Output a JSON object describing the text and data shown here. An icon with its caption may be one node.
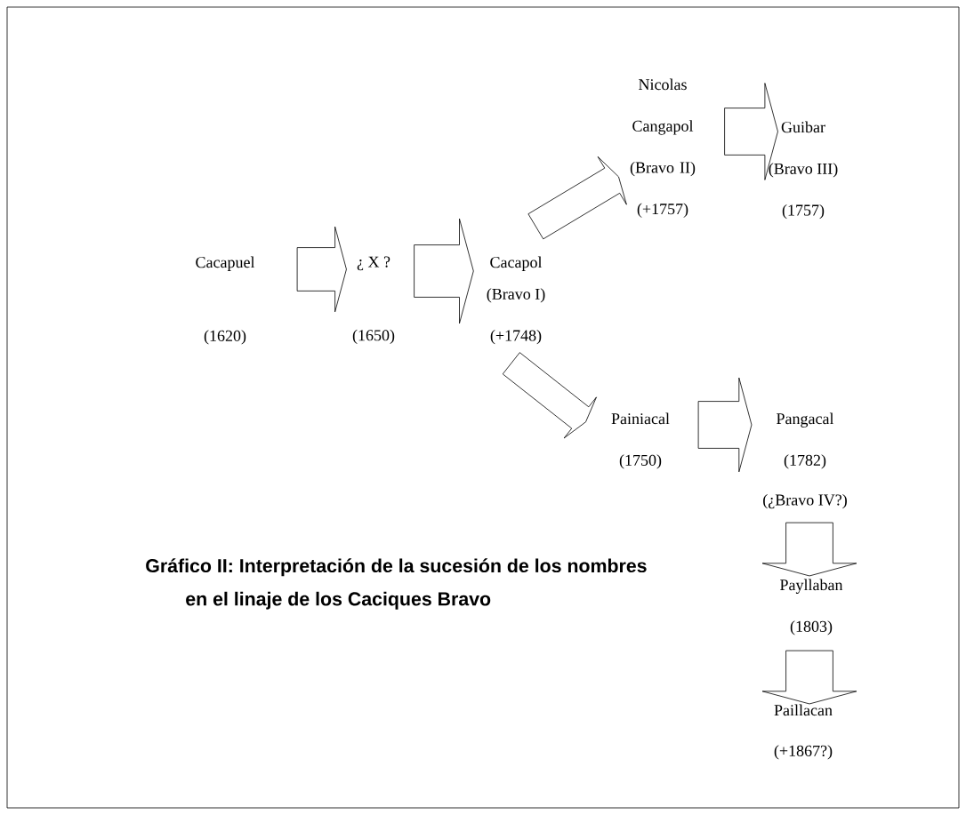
{
  "diagram": {
    "caption": "Gráfico II: Interpretación de la sucesión de los nombres en el linaje de los Caciques Bravo",
    "nodes": [
      {
        "text": [
          "Cacapuel",
          "(1620)"
        ]
      },
      {
        "text": [
          "¿ X ?",
          "(1650)"
        ]
      },
      {
        "text": [
          "Cacapol",
          "(Bravo I)",
          "(+1748)"
        ]
      },
      {
        "text": [
          "Nicolas Cangapol",
          "(Bravo II)",
          "(+1757)"
        ]
      },
      {
        "text": [
          "Guibar",
          "(Bravo III)",
          "(1757)"
        ]
      },
      {
        "text": [
          "Painiacal",
          "(1750)"
        ]
      },
      {
        "text": [
          "Pangacal",
          "(1782)",
          "(¿Bravo IV?)"
        ]
      },
      {
        "text": [
          "Payllaban",
          "(1803)"
        ]
      },
      {
        "text": [
          "Paillacan",
          "(+1867?)"
        ]
      }
    ],
    "edges": [
      {
        "from": 0,
        "to": 1,
        "arrow": "to"
      },
      {
        "from": 1,
        "to": 2,
        "arrow": "to"
      },
      {
        "from": 2,
        "to": 3,
        "arrow": "to"
      },
      {
        "from": 3,
        "to": 4,
        "arrow": "to"
      },
      {
        "from": 2,
        "to": 5,
        "arrow": "to"
      },
      {
        "from": 5,
        "to": 6,
        "arrow": "to"
      },
      {
        "from": 6,
        "to": 7,
        "arrow": "to"
      },
      {
        "from": 7,
        "to": 8,
        "arrow": "to"
      }
    ]
  }
}
